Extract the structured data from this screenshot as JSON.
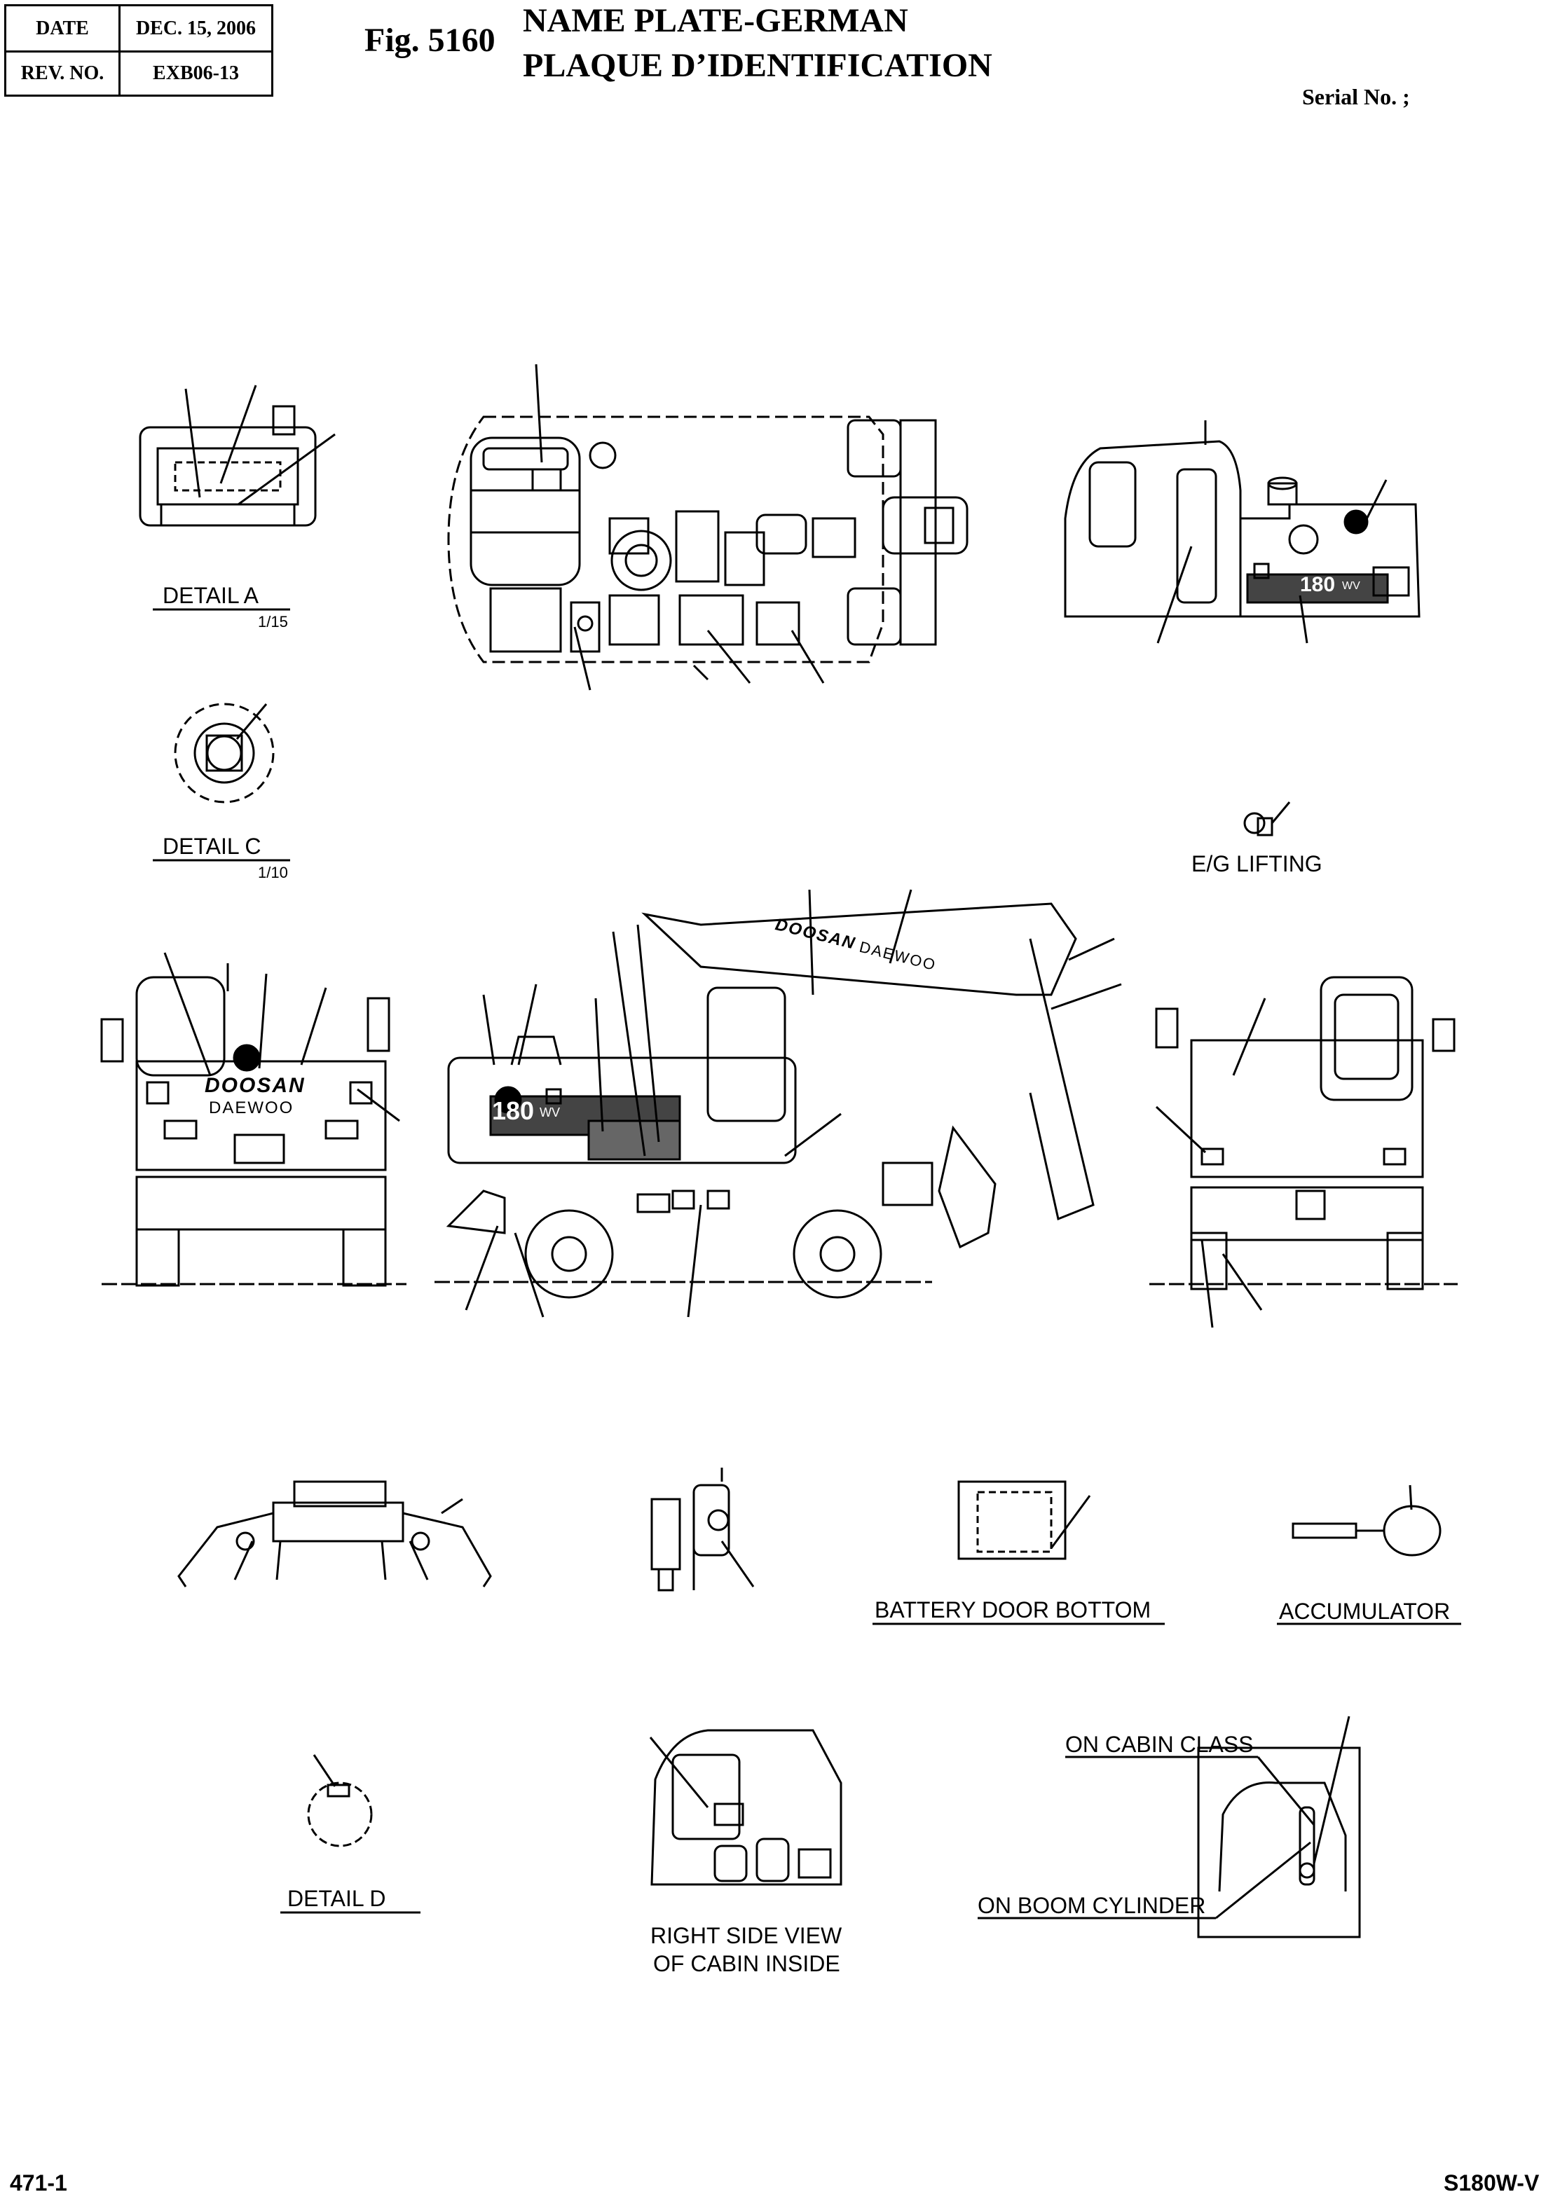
{
  "header": {
    "date_label": "DATE",
    "date_value": "DEC. 15, 2006",
    "rev_label": "REV. NO.",
    "rev_value": "EXB06-13"
  },
  "figure_number": "Fig. 5160",
  "title_line1": "NAME PLATE-GERMAN",
  "title_line2": "PLAQUE D’IDENTIFICATION",
  "serial_label": "Serial No. ;",
  "labels": {
    "detail_a": "DETAIL    A",
    "scale_a": "1/15",
    "detail_c": "DETAIL    C",
    "scale_c": "1/10",
    "detail_d": "DETAIL    D",
    "eg_lifting": "E/G LIFTING",
    "battery_door": "BATTERY DOOR BOTTOM",
    "accumulator": "ACCUMULATOR",
    "cabin_inside_1": "RIGHT SIDE VIEW",
    "cabin_inside_2": "OF CABIN INSIDE",
    "on_cabin_class": "ON CABIN CLASS",
    "on_boom_cylinder": "ON BOOM CYLINDER"
  },
  "decal_text": {
    "brand1": "DOOSAN",
    "brand2": "DAEWOO",
    "model": "180",
    "model_suffix": "WV"
  },
  "footer": {
    "page_number": "471-1",
    "model_code": "S180W-V"
  }
}
